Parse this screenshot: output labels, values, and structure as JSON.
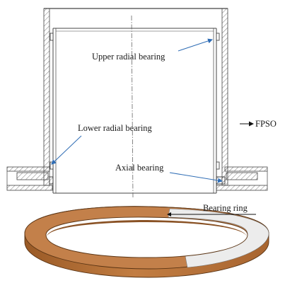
{
  "labels": {
    "upper_radial": "Upper radial bearing",
    "lower_radial": "Lower radial bearing",
    "axial": "Axial bearing",
    "fpso": "FPSO",
    "bearing_ring": "Bearing ring"
  },
  "colors": {
    "callout": "#2f6db5",
    "ring_wood": "#b8743c",
    "ring_wood_dark": "#7a4820",
    "ring_light": "#ececec",
    "hatch": "#555555"
  }
}
